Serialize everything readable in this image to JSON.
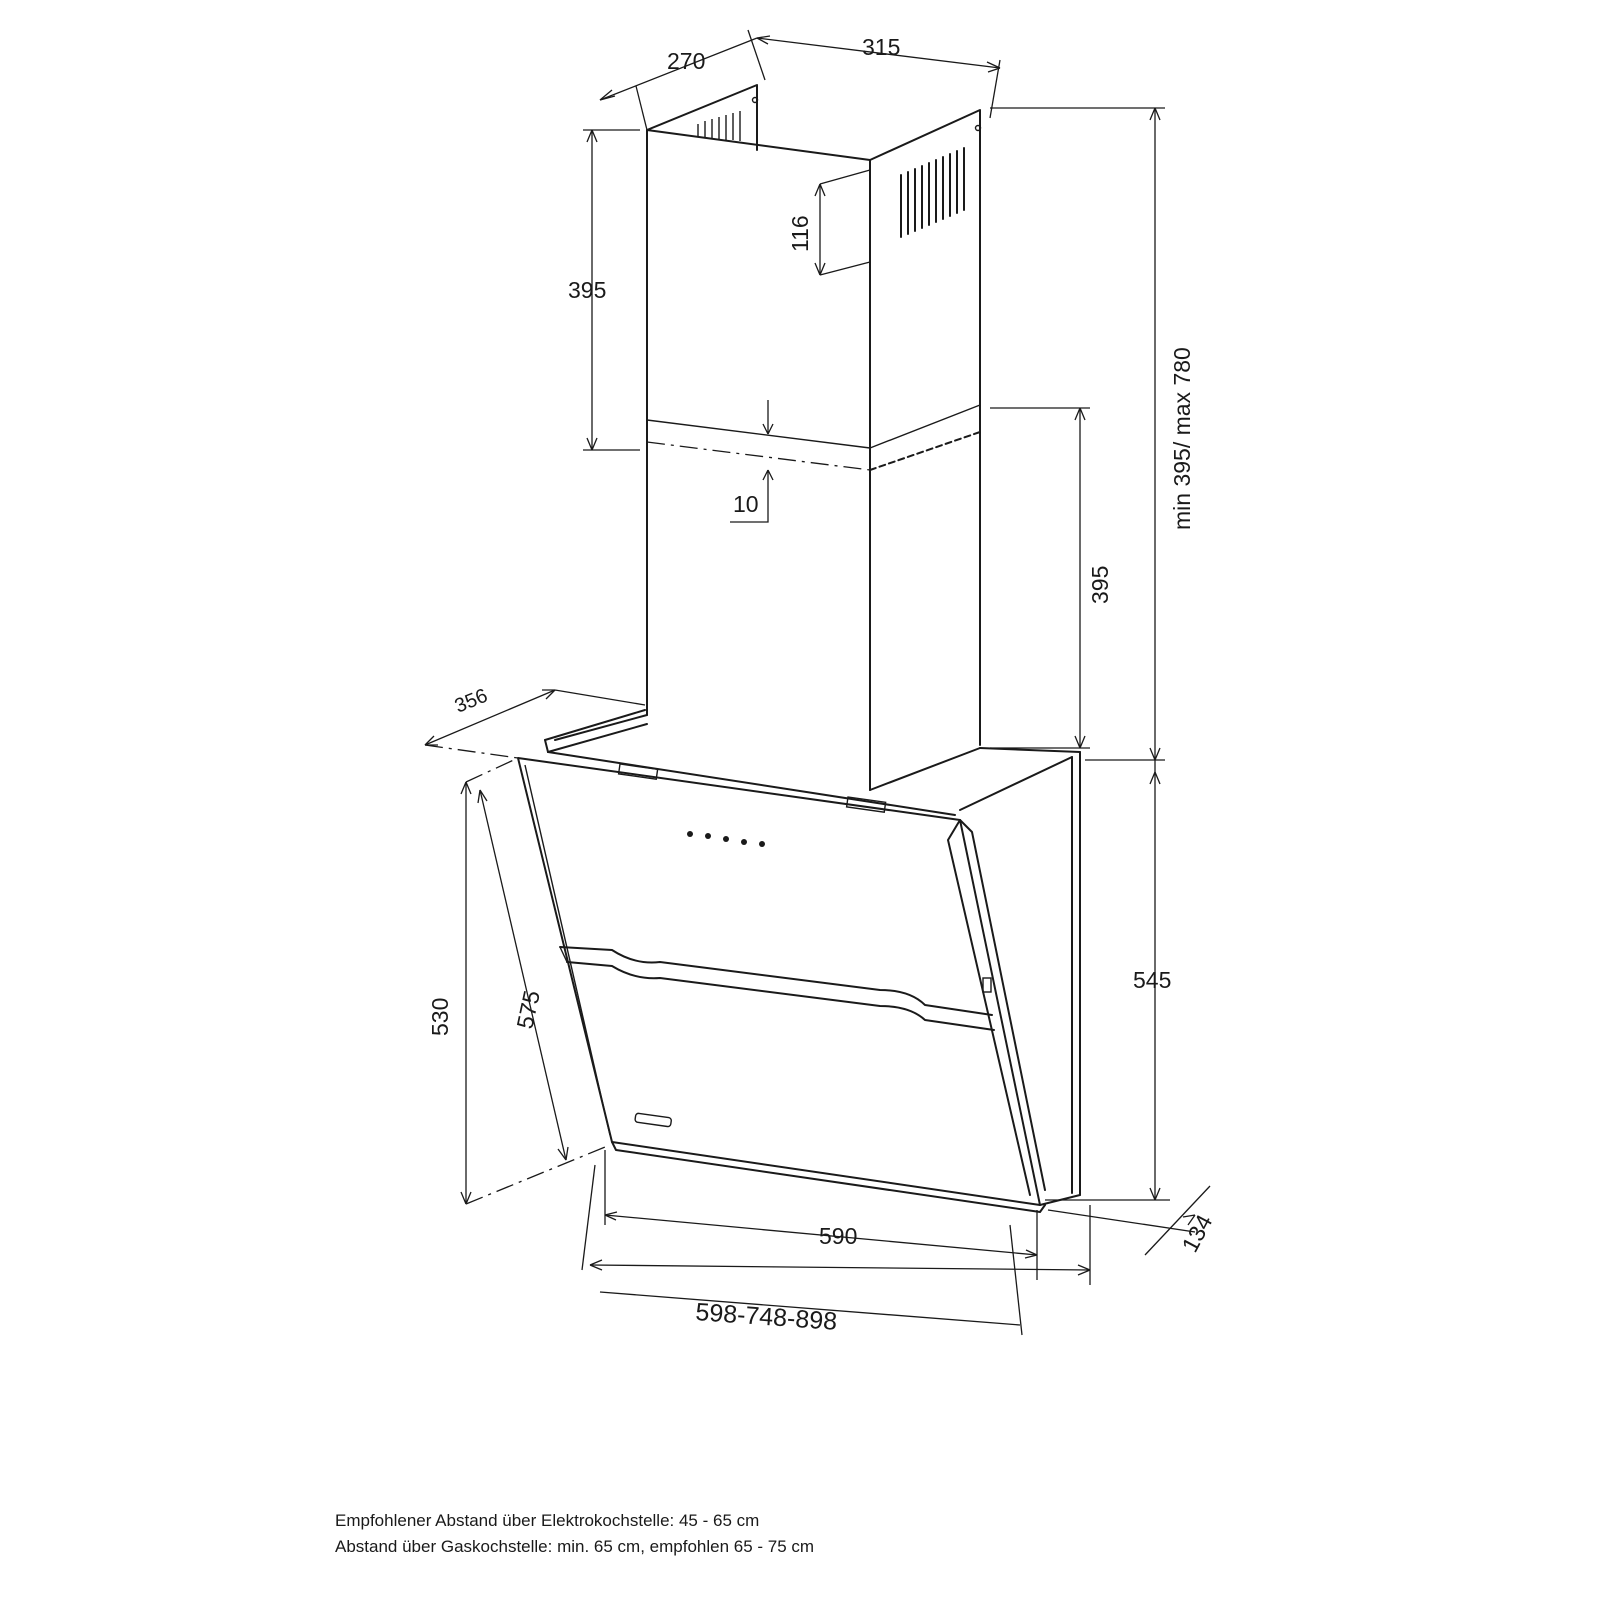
{
  "dimensions": {
    "chimney_depth": "270",
    "chimney_width": "315",
    "upper_chimney_height": "395",
    "vent_cutout": "116",
    "overlap": "10",
    "lower_chimney_height": "395",
    "total_chimney_height": "min 395/ max 780",
    "hood_depth": "356",
    "hood_height": "545",
    "front_height": "530",
    "glass_length": "575",
    "bottom_depth": "134",
    "hood_width": "590",
    "overall_width": "598-748-898"
  },
  "notes": {
    "electric": "Empfohlener Abstand über Elektrokochstelle: 45 - 65 cm",
    "gas": "Abstand über Gaskochstelle: min. 65 cm, empfohlen 65 - 75 cm"
  }
}
